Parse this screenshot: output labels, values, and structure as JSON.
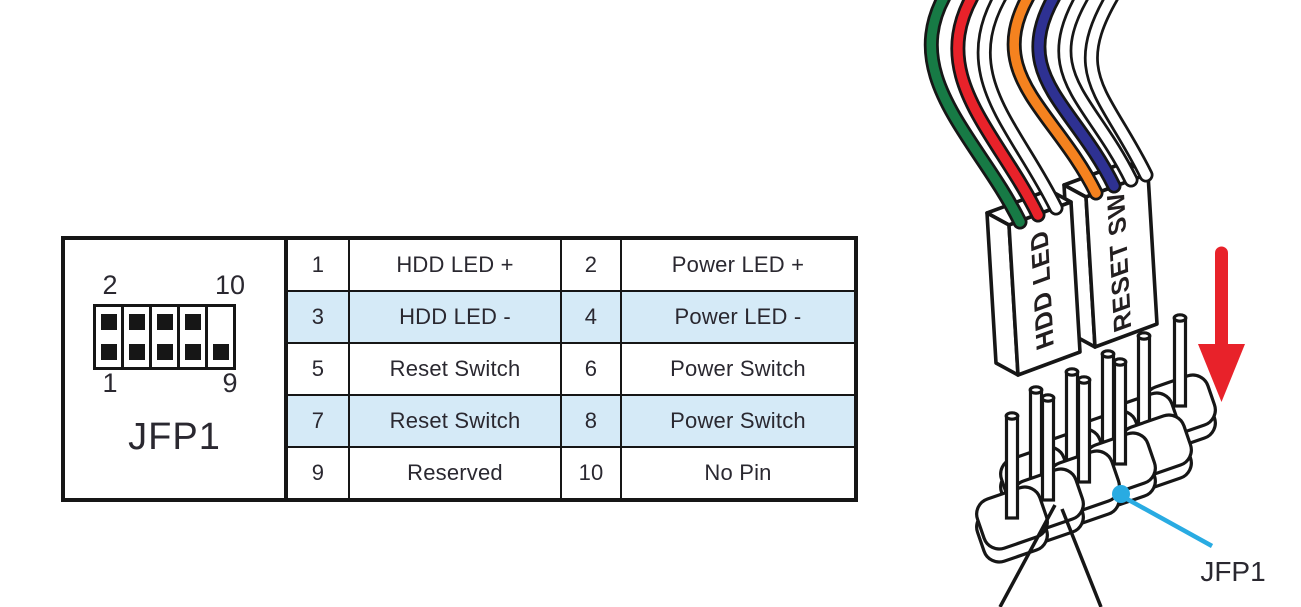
{
  "diagram": {
    "connector_label": "JFP1",
    "pin_corner_labels": {
      "top_left": "2",
      "top_right": "10",
      "bottom_left": "1",
      "bottom_right": "9"
    }
  },
  "pin_table": {
    "rows": [
      {
        "left_pin": "1",
        "left_desc": "HDD LED +",
        "right_pin": "2",
        "right_desc": "Power LED +",
        "highlight": false
      },
      {
        "left_pin": "3",
        "left_desc": "HDD LED -",
        "right_pin": "4",
        "right_desc": "Power LED -",
        "highlight": true
      },
      {
        "left_pin": "5",
        "left_desc": "Reset Switch",
        "right_pin": "6",
        "right_desc": "Power Switch",
        "highlight": false
      },
      {
        "left_pin": "7",
        "left_desc": "Reset Switch",
        "right_pin": "8",
        "right_desc": "Power Switch",
        "highlight": true
      },
      {
        "left_pin": "9",
        "left_desc": "Reserved",
        "right_pin": "10",
        "right_desc": "No Pin",
        "highlight": false
      }
    ]
  },
  "illustration": {
    "connector_blocks": [
      {
        "label": "HDD LED"
      },
      {
        "label": "RESET SW"
      }
    ],
    "wire_colors": [
      "#177a45",
      "#e8222a",
      "#ffffff",
      "#f5821f",
      "#2e3192",
      "#ffffff",
      "#ffffff"
    ],
    "arrow_color": "#e8222a",
    "callout": {
      "label": "JFP1",
      "color": "#29abe2"
    }
  },
  "colors": {
    "highlight_row": "#d5eaf7",
    "text": "#2a2830",
    "border": "#161616"
  }
}
